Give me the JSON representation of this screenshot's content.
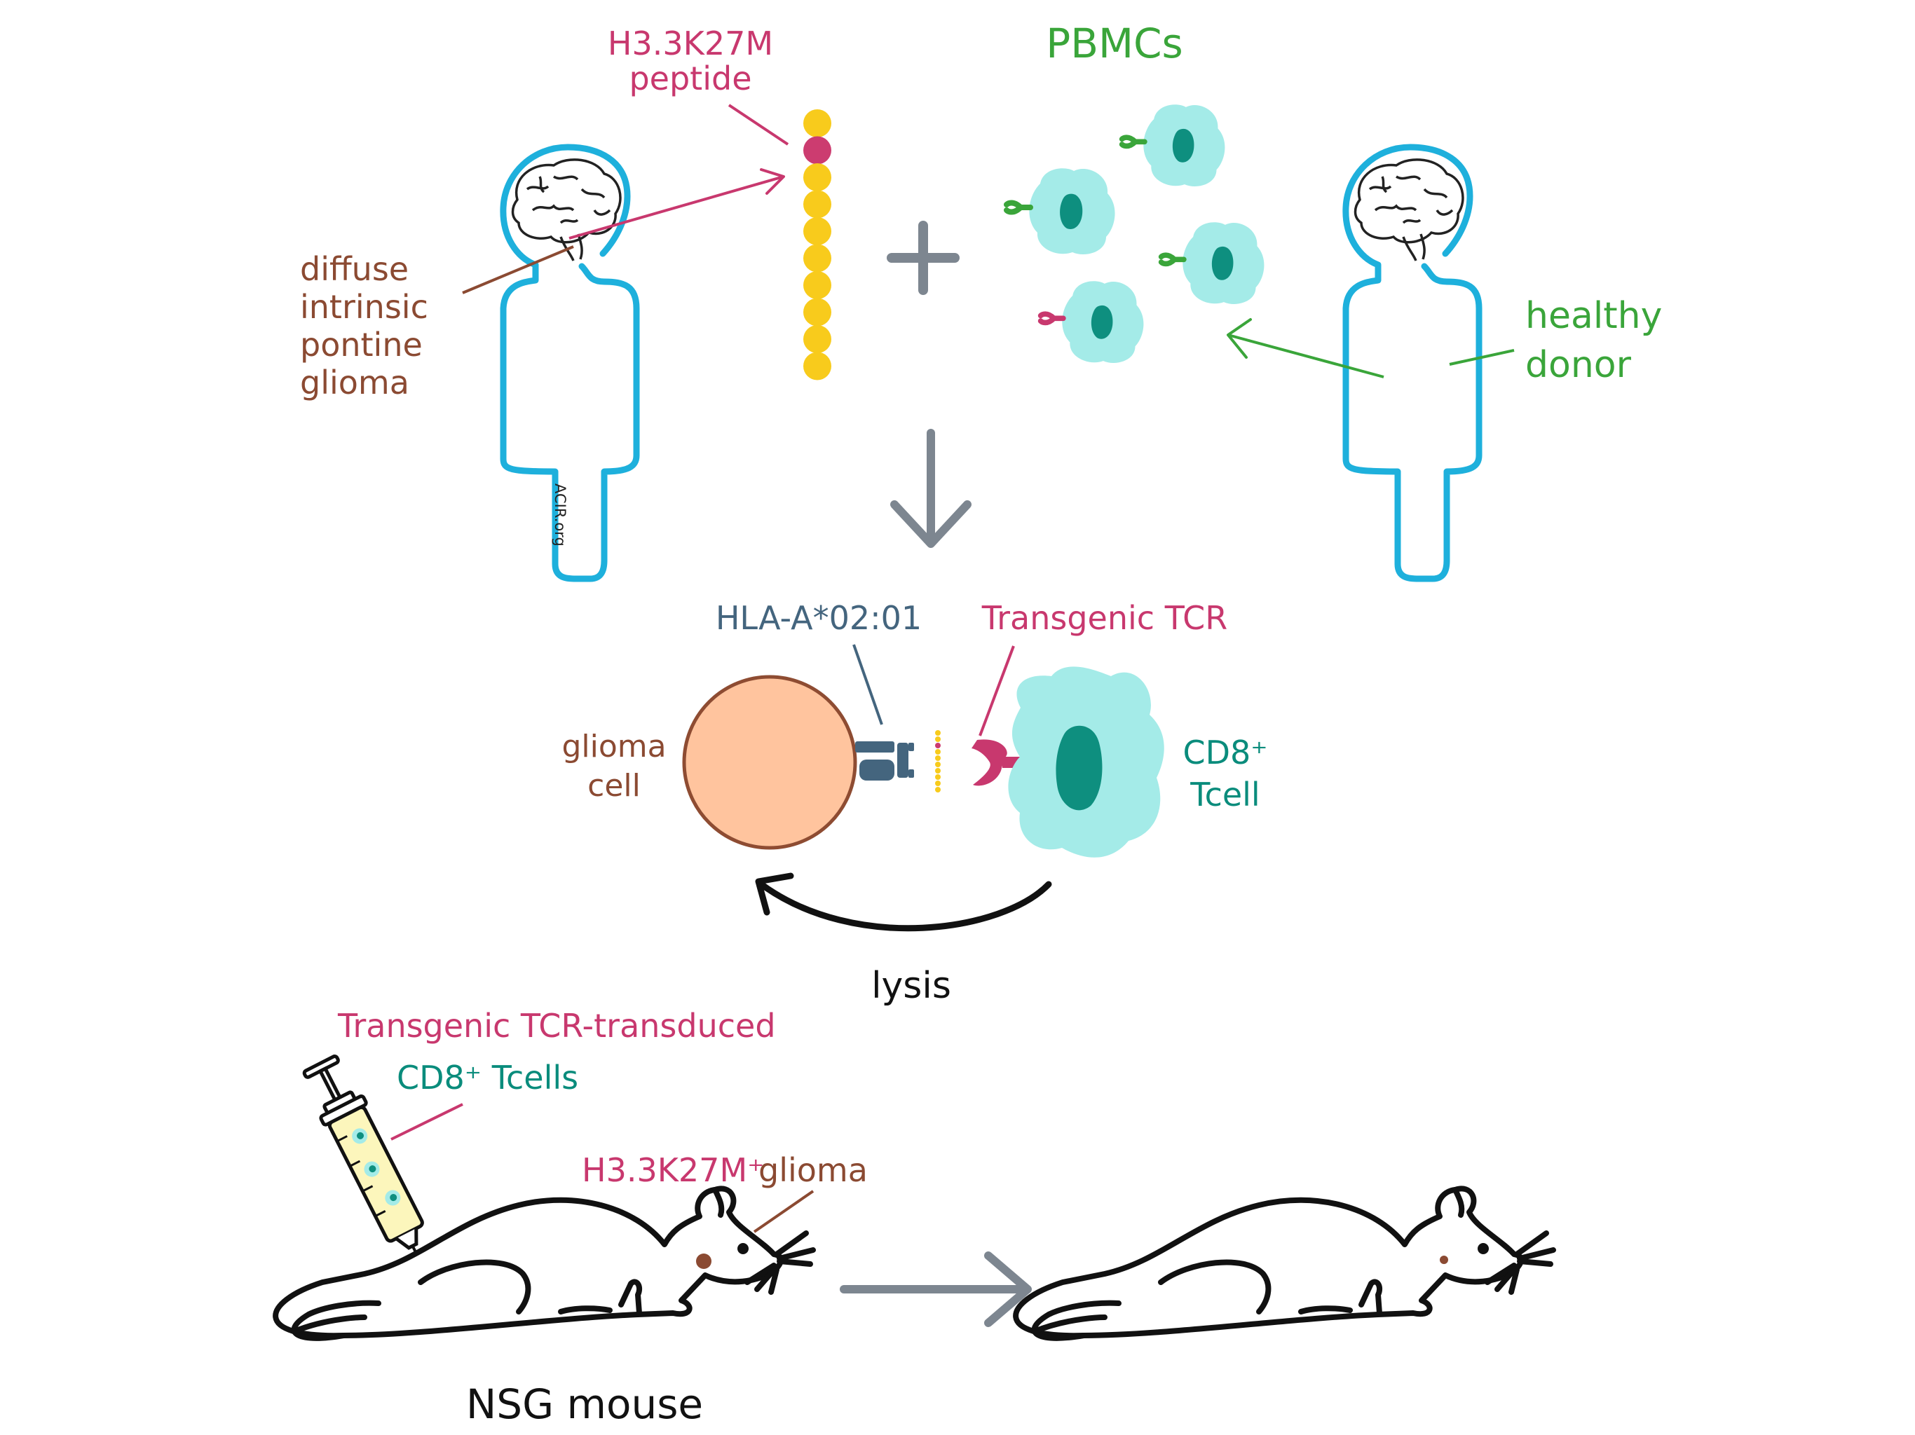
{
  "labels": {
    "peptide_line1": "H3.3K27M",
    "peptide_line2": "peptide",
    "pbmcs": "PBMCs",
    "dipg_1": "diffuse",
    "dipg_2": "intrinsic",
    "dipg_3": "pontine",
    "dipg_4": "glioma",
    "healthy_1": "healthy",
    "healthy_2": "donor",
    "watermark": "ACIR.org",
    "hla": "HLA-A*02:01",
    "transgenic_tcr": "Transgenic TCR",
    "glioma_cell_1": "glioma",
    "glioma_cell_2": "cell",
    "cd8_1": "CD8⁺",
    "cd8_2": "Tcell",
    "lysis": "lysis",
    "syringe_1": "Transgenic TCR-transduced",
    "syringe_2": "CD8⁺ Tcells",
    "mouse_tumor_1": "H3.3K27M⁺",
    "mouse_tumor_2": "glioma",
    "nsg": "NSG mouse"
  },
  "colors": {
    "body_outline": "#1eb0dc",
    "magenta": "#c8386e",
    "green": "#3aa53a",
    "brown": "#8b4a32",
    "teal": "#0a8c7c",
    "slate": "#44657e",
    "gray_arrow": "#7d8690",
    "bead_yellow": "#f8cb1c",
    "bead_magenta": "#cc3c70",
    "tcell_fill": "#a4ebe8",
    "nucleus": "#0e8f7f",
    "glioma_fill": "#ffc49e",
    "glioma_stroke": "#8e4c32"
  }
}
